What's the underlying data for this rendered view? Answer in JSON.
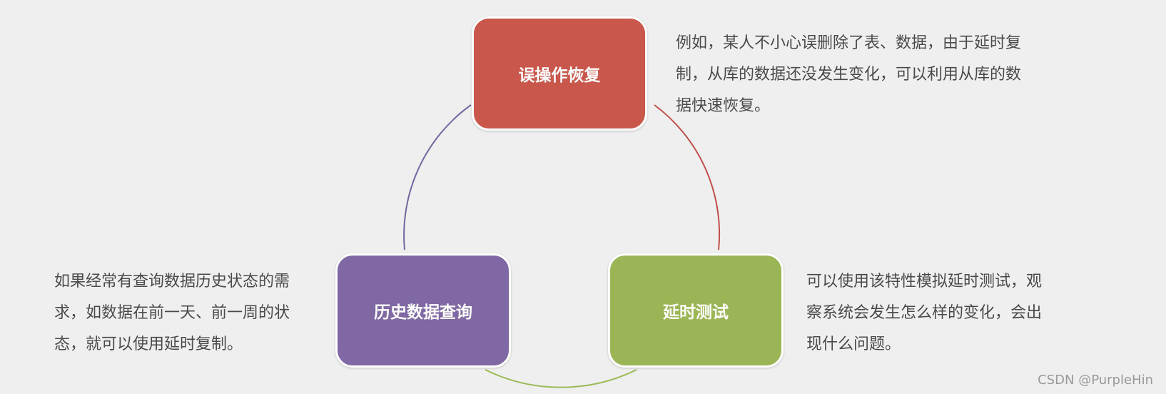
{
  "nodes": {
    "top": {
      "label": "误操作恢复",
      "color": "#c9574b"
    },
    "left": {
      "label": "历史数据查询",
      "color": "#7f68a4"
    },
    "right": {
      "label": "延时测试",
      "color": "#9bb556"
    }
  },
  "descriptions": {
    "top": [
      "例如，某人不小心误删除了表、数据，由于延时复",
      "制，从库的数据还没发生变化，可以利用从库的数",
      "据快速恢复。"
    ],
    "left": [
      "如果经常有查询数据历史状态的需",
      "求，如数据在前一天、前一周的状",
      "态，就可以使用延时复制。"
    ],
    "right": [
      "可以使用该特性模拟延时测试，观",
      "察系统会发生怎么样的变化，会出",
      "现什么问题。"
    ]
  },
  "connector_colors": {
    "top_to_right": "#c0504d",
    "left_to_top": "#7566a0",
    "right_to_left": "#9bbb59"
  },
  "watermark": "CSDN @PurpleHin"
}
